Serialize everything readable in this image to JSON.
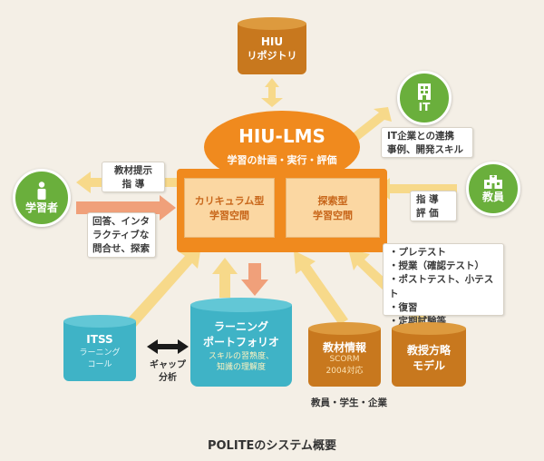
{
  "repository": {
    "line1": "HIU",
    "line2": "リポジトリ"
  },
  "lms": {
    "title": "HIU-LMS",
    "subtitle": "学習の計画・実行・評価"
  },
  "curriculum": {
    "line1": "カリキュラム型",
    "line2": "学習空間"
  },
  "explore": {
    "line1": "探索型",
    "line2": "学習空間"
  },
  "it": {
    "label": "IT",
    "note_line1": "IT企業との連携",
    "note_line2": "事例、開発スキル"
  },
  "teacher": {
    "label": "教員",
    "note_line1": "指 導",
    "note_line2": "評 価"
  },
  "learner": {
    "label": "学習者"
  },
  "learner_out_note": {
    "line1": "教材提示",
    "line2": "指 導"
  },
  "learner_in_note": {
    "line1": "回答、インタ",
    "line2": "ラクティブな",
    "line3": "問合せ、探索"
  },
  "test_note": [
    "・プレテスト",
    "・授業（確認テスト）",
    "・ポストテスト、小テスト",
    "・復習",
    "・定期試験等"
  ],
  "itss": {
    "title": "ITSS",
    "sub1": "ラーニング",
    "sub2": "コール"
  },
  "gap": {
    "line1": "ギャップ",
    "line2": "分析"
  },
  "portfolio": {
    "line1": "ラーニング",
    "line2": "ポートフォリオ",
    "sub1": "スキルの習熟度、",
    "sub2": "知識の理解度"
  },
  "materials": {
    "title": "教材情報",
    "sub1": "SCORM",
    "sub2": "2004対応"
  },
  "method": {
    "line1": "教授方略",
    "line2": "モデル"
  },
  "stakeholders": "教員・学生・企業",
  "caption": "POLITEのシステム概要",
  "colors": {
    "orange": "#f08a1e",
    "light_arrow": "#f7d98a",
    "salmon_arrow": "#f0a07a",
    "teal": "#3fb3c6",
    "brown": "#c8781e",
    "green": "#6aaf3c",
    "background": "#f4efe6"
  }
}
